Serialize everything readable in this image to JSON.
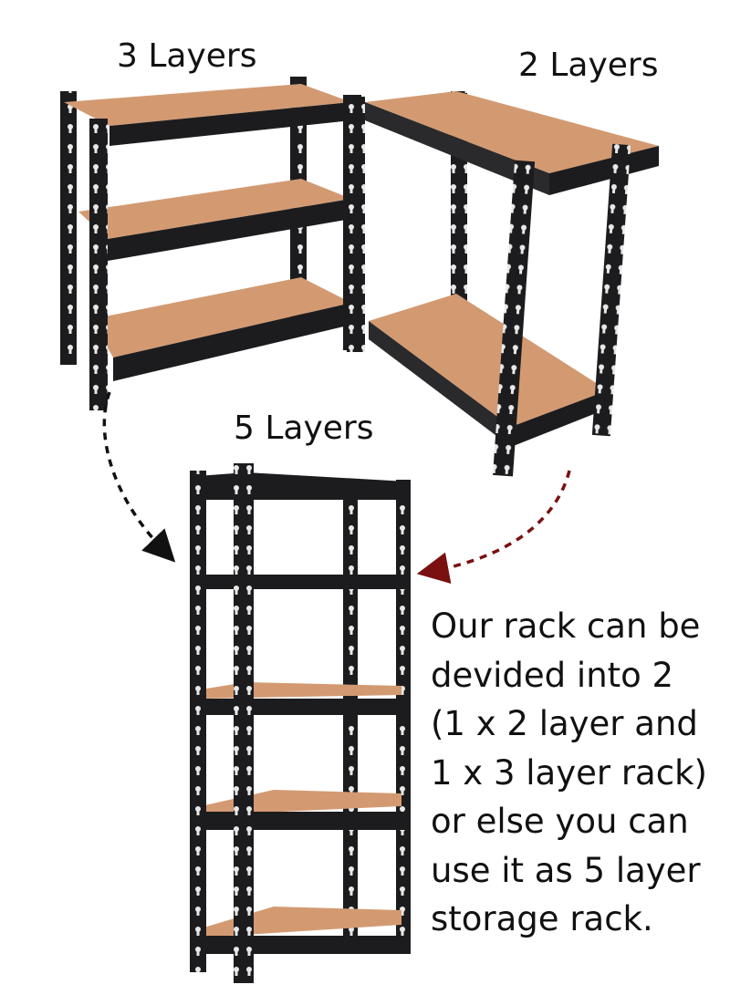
{
  "labels": {
    "three_layers": "3 Layers",
    "two_layers": "2 Layers",
    "five_layers": "5 Layers"
  },
  "description": [
    "Our rack can be",
    "devided into 2",
    "(1 x 2 layer and",
    "1 x 3 layer rack)",
    "or else you can",
    "use it as 5 layer",
    "storage rack."
  ],
  "colors": {
    "frame": "#1c1c1e",
    "shelf_board": "#d39a72",
    "shelf_board_shadow": "#b98261",
    "arrow_dark": "#111111",
    "arrow_red": "#7a1010"
  }
}
